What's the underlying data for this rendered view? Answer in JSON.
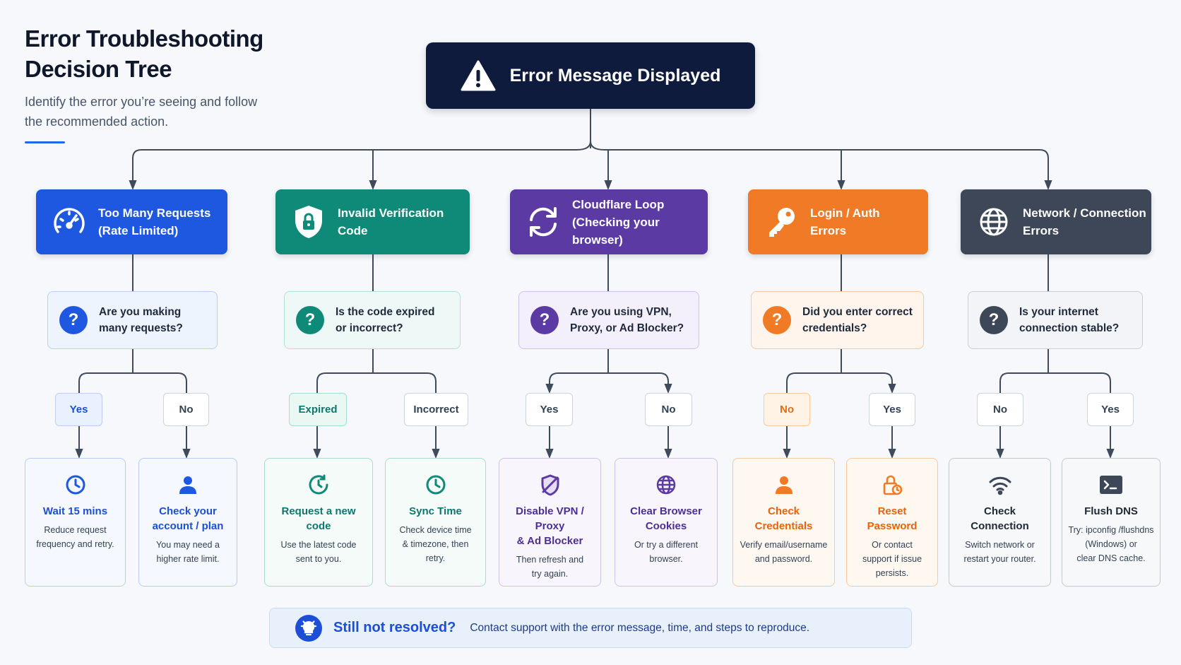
{
  "header": {
    "title": "Error Troubleshooting Decision Tree",
    "subtitle": "Identify the error you’re seeing and follow the recommended action."
  },
  "root": {
    "label": "Error Message Displayed",
    "icon": "warning-triangle-icon"
  },
  "colors": {
    "rate": "#1f58e0",
    "code": "#0f8a78",
    "cloudflare": "#5b3aa4",
    "auth": "#f07a25",
    "network": "#3d4758",
    "wire": "#3f4a5a",
    "footer_accent": "#1d4ed8"
  },
  "branches": [
    {
      "key": "rate",
      "category": {
        "label": "Too Many Requests\n(Rate Limited)",
        "icon": "speedometer-icon"
      },
      "question": {
        "label": "Are you making\nmany requests?",
        "icon": "question-icon"
      },
      "options": [
        {
          "label": "Yes",
          "action": {
            "title": "Wait 15 mins",
            "description": "Reduce request\nfrequency and retry.",
            "icon": "clock-icon"
          }
        },
        {
          "label": "No",
          "action": {
            "title": "Check your\naccount / plan",
            "description": "You may need a\nhigher rate limit.",
            "icon": "user-icon"
          }
        }
      ]
    },
    {
      "key": "code",
      "category": {
        "label": "Invalid Verification\nCode",
        "icon": "shield-lock-icon"
      },
      "question": {
        "label": "Is the code expired\nor incorrect?",
        "icon": "question-icon"
      },
      "options": [
        {
          "label": "Expired",
          "action": {
            "title": "Request a new code",
            "description": "Use the latest code\nsent to you.",
            "icon": "clock-refresh-icon"
          }
        },
        {
          "label": "Incorrect",
          "action": {
            "title": "Sync Time",
            "description": "Check device time\n& timezone, then\nretry.",
            "icon": "clock-icon"
          }
        }
      ]
    },
    {
      "key": "cloudflare",
      "category": {
        "label": "Cloudflare Loop\n(Checking your browser)",
        "icon": "refresh-loop-icon"
      },
      "question": {
        "label": "Are you using VPN,\nProxy, or Ad Blocker?",
        "icon": "question-icon"
      },
      "options": [
        {
          "label": "Yes",
          "action": {
            "title": "Disable VPN / Proxy\n& Ad Blocker",
            "description": "Then refresh and\ntry again.",
            "icon": "shield-off-icon"
          }
        },
        {
          "label": "No",
          "action": {
            "title": "Clear Browser\nCookies",
            "description": "Or try a different\nbrowser.",
            "icon": "globe-icon"
          }
        }
      ]
    },
    {
      "key": "auth",
      "category": {
        "label": "Login / Auth\nErrors",
        "icon": "key-icon"
      },
      "question": {
        "label": "Did you enter correct\ncredentials?",
        "icon": "question-icon"
      },
      "options": [
        {
          "label": "No",
          "action": {
            "title": "Check Credentials",
            "description": "Verify email/username\nand password.",
            "icon": "user-icon"
          }
        },
        {
          "label": "Yes",
          "action": {
            "title": "Reset Password",
            "description": "Or contact\nsupport if issue\npersists.",
            "icon": "lock-reset-icon"
          }
        }
      ]
    },
    {
      "key": "network",
      "category": {
        "label": "Network / Connection\nErrors",
        "icon": "globe-icon"
      },
      "question": {
        "label": "Is your internet\nconnection stable?",
        "icon": "question-icon"
      },
      "options": [
        {
          "label": "No",
          "action": {
            "title": "Check Connection",
            "description": "Switch network or\nrestart your router.",
            "icon": "wifi-icon"
          }
        },
        {
          "label": "Yes",
          "action": {
            "title": "Flush DNS",
            "description": "Try: ipconfig /flushdns\n(Windows) or\nclear DNS cache.",
            "icon": "terminal-icon"
          }
        }
      ]
    }
  ],
  "footer": {
    "title": "Still not resolved?",
    "text": "Contact support with the error message, time, and steps to reproduce.",
    "icon": "lightbulb-icon"
  }
}
